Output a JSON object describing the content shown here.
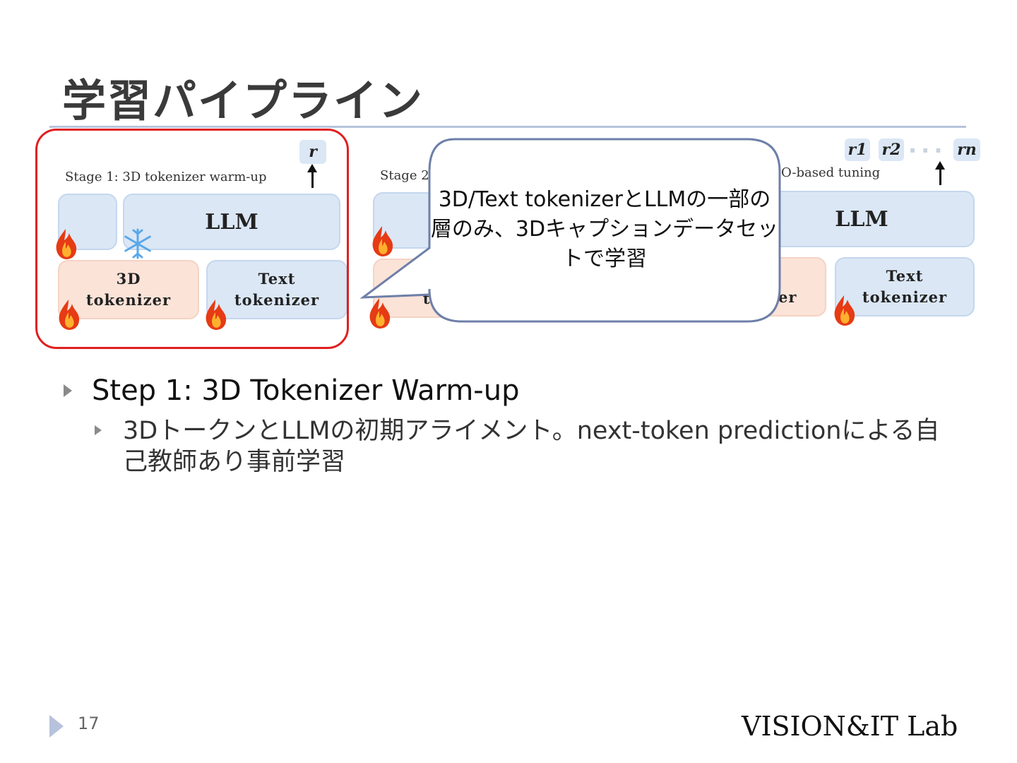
{
  "slide": {
    "title": "学習パイプライン",
    "page_number": "17",
    "logo_text": "VISION&IT Lab"
  },
  "diagram": {
    "stage1": {
      "label": "Stage 1: 3D tokenizer warm-up",
      "output_token": "r",
      "llm": "LLM",
      "tokenizer_3d": "3D\ntokenizer",
      "tokenizer_text": "Text\ntokenizer"
    },
    "stage2": {
      "label_visible": "Stage 2:"
    },
    "stage3": {
      "label_visible": "O-based tuning",
      "output_tokens": [
        "r1",
        "r2",
        "rn"
      ],
      "llm": "LLM",
      "tokenizer_3d_partial": "er",
      "tokenizer_text": "Text\ntokenizer"
    },
    "stage2_partial_tok": "tok"
  },
  "callout": {
    "text": "3D/Text tokenizerとLLMの一部の層のみ、3Dキャプションデータセットで学習"
  },
  "bullets": {
    "level1": "Step 1:  3D Tokenizer Warm-up",
    "level2": "3DトークンとLLMの初期アライメント。next-token predictionによる自己教師あり事前学習"
  },
  "colors": {
    "accent_rule": "#b7c3dc",
    "highlight_frame": "#e0201f",
    "blue_box": "#dbe7f5",
    "pink_box": "#fbe3d8"
  }
}
